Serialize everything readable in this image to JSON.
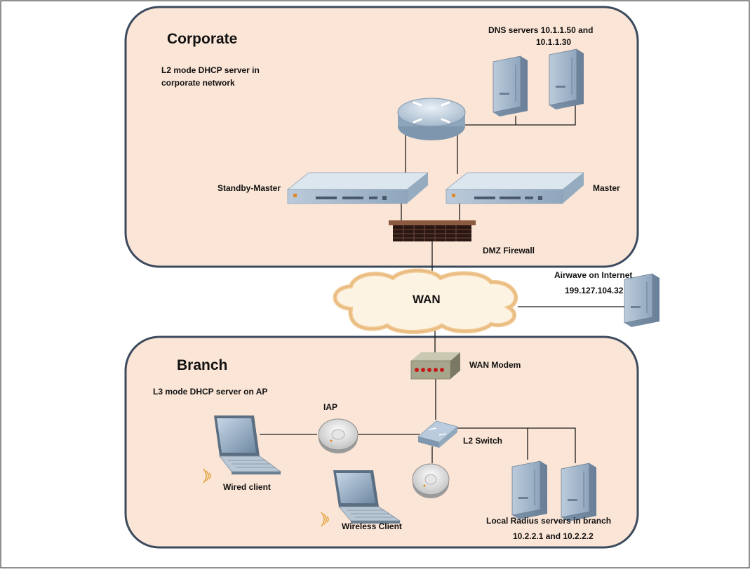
{
  "colors": {
    "zone_fill": "#fbe5d6",
    "zone_stroke": "#3c4a5e",
    "server": "#a9bccf",
    "appliance": "#c8d6e2",
    "cloud": "#f0c892",
    "modem": "#9e9e86",
    "firewall": "#4a2a20"
  },
  "corporate": {
    "title": "Corporate",
    "dhcp_note_line1": "L2 mode DHCP server  in",
    "dhcp_note_line2": "corporate network",
    "dns_line1": "DNS  servers 10.1.1.50 and",
    "dns_line2": "10.1.1.30",
    "standby_master": "Standby-Master",
    "master": "Master",
    "dmz_firewall": "DMZ Firewall"
  },
  "wan": {
    "label": "WAN",
    "airwave_line1": "Airwave on Internet",
    "airwave_line2": "199.127.104.32"
  },
  "branch": {
    "title": "Branch",
    "dhcp_note": "L3 mode DHCP server  on AP",
    "wan_modem": "WAN Modem",
    "iap": "IAP",
    "l2_switch": "L2 Switch",
    "wired_client": "Wired client",
    "wireless_client": "Wireless Client",
    "radius_line1": "Local Radius servers in branch",
    "radius_line2": "10.2.2.1 and 10.2.2.2"
  }
}
